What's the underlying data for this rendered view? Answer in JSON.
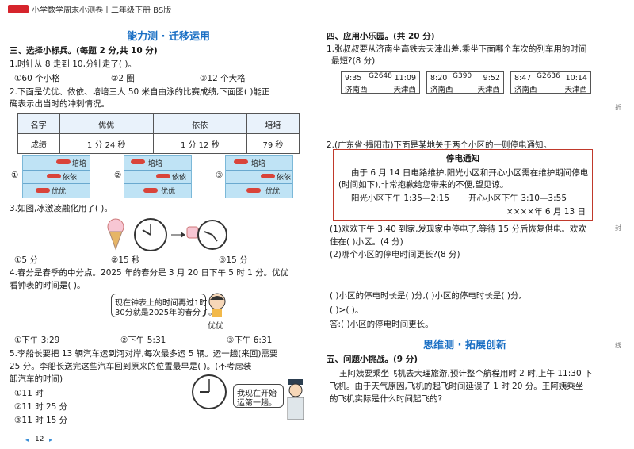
{
  "header": {
    "title": "小学数学周末小测卷丨二年级下册 BS版"
  },
  "left": {
    "section_title": "能力测 · 迁移运用",
    "q3": {
      "title": "三、选择小标兵。(每题 2 分,共 10 分)",
      "q1": {
        "text": "1.时针从 8 走到 10,分针走了(     )。",
        "options": [
          "①60 个小格",
          "②2 圈",
          "③12 个大格"
        ]
      },
      "q2": {
        "line1": "2.下面是优优、依依、培培三人 50 米自由泳的比赛成绩,下面图(     )能正",
        "line2": "确表示出当时的冲刺情况。",
        "table": {
          "headers": [
            "名字",
            "优优",
            "依依",
            "培培"
          ],
          "row": [
            "成绩",
            "1 分 24 秒",
            "1 分 12 秒",
            "79 秒"
          ]
        },
        "pool_labels": [
          "①",
          "②",
          "③"
        ],
        "names": [
          "培培",
          "依依",
          "优优"
        ]
      },
      "q3": {
        "text": "3.如图,冰激凌融化用了(     )。",
        "options": [
          "①5 分",
          "②15 秒",
          "③15 分"
        ]
      },
      "q4": {
        "line1": "4.春分是春季的中分点。2025 年的春分是 3 月 20 日下午 5 时 1 分。优优",
        "line2": "看钟表的时间是(     )。",
        "bubble1": "现在钟表上的时间再过1时",
        "bubble2": "30分就是2025年的春分了。",
        "name": "优优",
        "options": [
          "①下午 3:29",
          "②下午 5:31",
          "③下午 6:31"
        ]
      },
      "q5": {
        "line1": "5.李船长要把 13 辆汽车运到河对岸,每次最多运 5 辆。运一趟(来回)需要",
        "line2": "25 分。李船长送完这些汽车回到原来的位置最早是(     )。(不考虑装",
        "line3": "卸汽车的时间)",
        "bubble1": "我现在开始",
        "bubble2": "运第一趟。",
        "options": [
          "①11 时",
          "②11 时 25 分",
          "③11 时 15 分"
        ]
      }
    },
    "page_number": "12"
  },
  "right": {
    "q4": {
      "title": "四、应用小乐园。(共 20 分)",
      "q1": {
        "line1": "1.张叔叔要从济南坐高铁去天津出差,乘坐下面哪个车次的列车用的时间",
        "line2": "最短?(8 分)",
        "tickets": [
          {
            "dep": "9:35",
            "code": "G2648",
            "arr": "11:09",
            "from": "济南西",
            "to": "天津西"
          },
          {
            "dep": "8:20",
            "code": "G390",
            "arr": "9:52",
            "from": "济南西",
            "to": "天津西"
          },
          {
            "dep": "8:47",
            "code": "G2636",
            "arr": "10:14",
            "from": "济南西",
            "to": "天津西"
          }
        ]
      },
      "q2": {
        "title": "2.(广东省·揭阳市)下面是某地关于两个小区的一则停电通知。",
        "notice": {
          "title": "停电通知",
          "line1": "由于 6 月 14 日电路维护,阳光小区和开心小区需在维护期间停电",
          "line2": "(时间如下),非常抱歉给您带来的不便,望见谅。",
          "line3a": "阳光小区下午 1:35—2:15",
          "line3b": "开心小区下午 3:10—3:55",
          "sign": "××××年 6 月 13 日"
        },
        "sub1_line1": "(1)欢欢下午 3:40 到家,发现家中停电了,等待 15 分后恢复供电。欢欢",
        "sub1_line2": "住在(     )小区。(4 分)",
        "sub2": "(2)哪个小区的停电时间更长?(8 分)",
        "fill1": "(     )小区的停电时长是(     )分,(     )小区的停电时长是(     )分,",
        "fill2": "(     )>(     )。",
        "answer": "答:(     )小区的停电时间更长。"
      }
    },
    "section_title": "思维测 · 拓展创新",
    "q5": {
      "title": "五、问题小挑战。(9 分)",
      "line1": "王阿姨要乘坐飞机去大理旅游,预计整个航程用时 2 时,上午 11:30 下",
      "line2": "飞机。由于天气原因,飞机的起飞时间延误了 1 时 20 分。王阿姨乘坐",
      "line3": "的飞机实际是什么时间起飞的?"
    },
    "side_marks": [
      "折",
      "封",
      "线"
    ]
  }
}
